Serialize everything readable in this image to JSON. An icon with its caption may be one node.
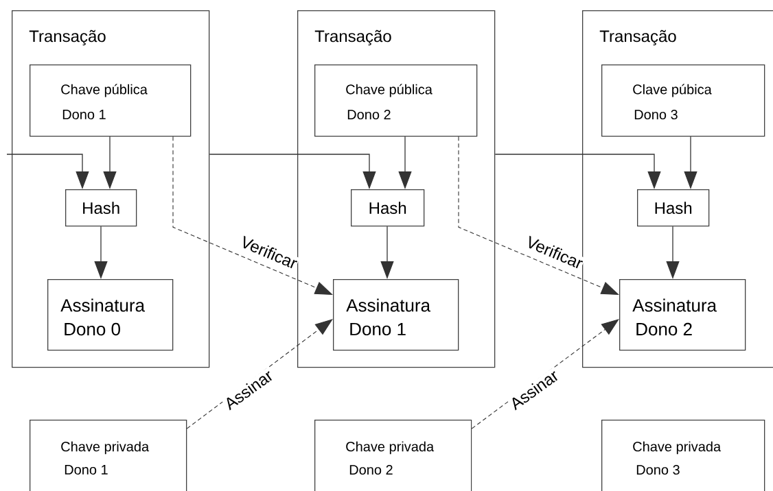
{
  "diagram": {
    "nodes": [
      {
        "text": [
          "Transação"
        ]
      },
      {
        "text": [
          "Chave pública",
          "Dono 1"
        ],
        "in": 0
      },
      {
        "text": [
          "Hash"
        ],
        "in": 0
      },
      {
        "text": [
          "Assinatura",
          "Dono 0"
        ],
        "in": 0
      },
      {
        "text": [
          "Transação"
        ]
      },
      {
        "text": [
          "Chave pública",
          "Dono 2"
        ],
        "in": 4
      },
      {
        "text": [
          "Hash"
        ],
        "in": 4
      },
      {
        "text": [
          "Assinatura",
          "Dono 1"
        ],
        "in": 4
      },
      {
        "text": [
          "Transação"
        ]
      },
      {
        "text": [
          "Clave púbica",
          "Dono 3"
        ],
        "in": 8
      },
      {
        "text": [
          "Hash"
        ],
        "in": 8
      },
      {
        "text": [
          "Assinatura",
          "Dono 2"
        ],
        "in": 8
      },
      {
        "text": [
          "Chave privada",
          "Dono 1"
        ]
      },
      {
        "text": [
          "Chave privada",
          "Dono 2"
        ]
      },
      {
        "text": [
          "Chave privada",
          "Dono 3"
        ]
      }
    ],
    "edges": [
      {
        "from": null,
        "to": 2,
        "arrow": "to"
      },
      {
        "from": 1,
        "to": 2,
        "arrow": "to"
      },
      {
        "from": 2,
        "to": 3,
        "arrow": "to"
      },
      {
        "from": 0,
        "to": 6,
        "arrow": "to"
      },
      {
        "from": 5,
        "to": 6,
        "arrow": "to"
      },
      {
        "from": 6,
        "to": 7,
        "arrow": "to"
      },
      {
        "from": 4,
        "to": 10,
        "arrow": "to"
      },
      {
        "from": 9,
        "to": 10,
        "arrow": "to"
      },
      {
        "from": 10,
        "to": 11,
        "arrow": "to"
      },
      {
        "from": 1,
        "to": 7,
        "arrow": "to",
        "style": "dashed",
        "label": "Verificar"
      },
      {
        "from": 12,
        "to": 7,
        "arrow": "to",
        "style": "dashed",
        "label": "Assinar"
      },
      {
        "from": 5,
        "to": 11,
        "arrow": "to",
        "style": "dashed",
        "label": "Verificar"
      },
      {
        "from": 13,
        "to": 11,
        "arrow": "to",
        "style": "dashed",
        "label": "Assinar"
      }
    ]
  }
}
